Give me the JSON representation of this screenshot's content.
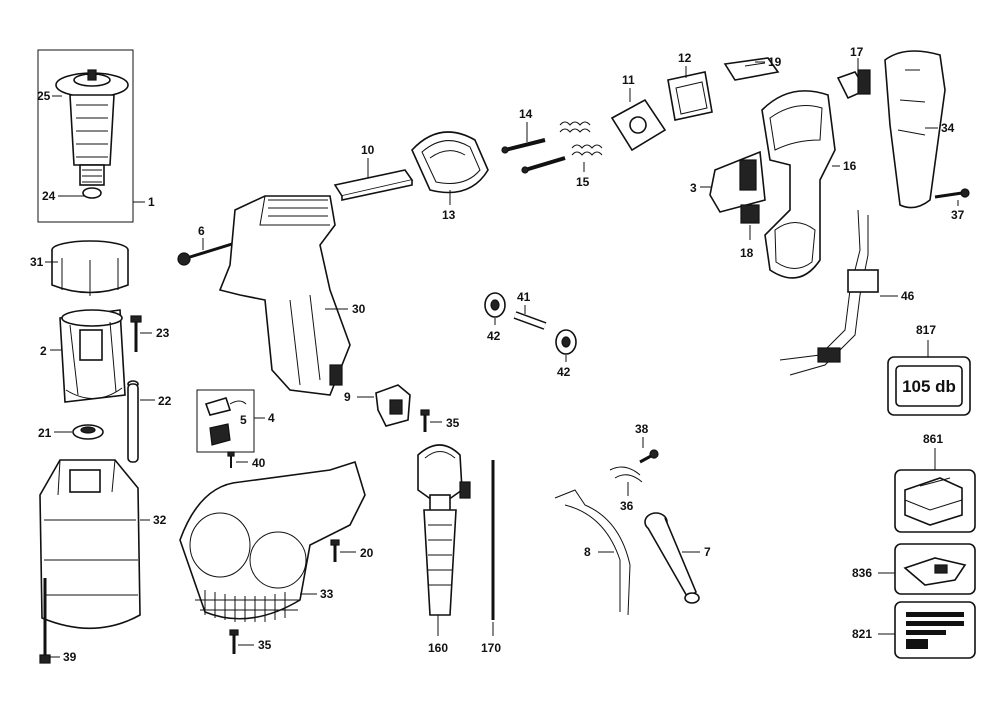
{
  "labels": {
    "p1": "1",
    "p2": "2",
    "p3": "3",
    "p4": "4",
    "p5": "5",
    "p6": "6",
    "p7": "7",
    "p8": "8",
    "p9": "9",
    "p10": "10",
    "p11": "11",
    "p12": "12",
    "p13": "13",
    "p14": "14",
    "p15": "15",
    "p16": "16",
    "p17": "17",
    "p18": "18",
    "p19": "19",
    "p20": "20",
    "p21": "21",
    "p22": "22",
    "p23": "23",
    "p24": "24",
    "p25": "25",
    "p30": "30",
    "p31": "31",
    "p32": "32",
    "p33": "33",
    "p34": "34",
    "p35a": "35",
    "p35b": "35",
    "p36": "36",
    "p37": "37",
    "p38": "38",
    "p39": "39",
    "p40": "40",
    "p41": "41",
    "p42a": "42",
    "p42b": "42",
    "p46": "46",
    "p160": "160",
    "p170": "170",
    "p817": "817",
    "p821": "821",
    "p836": "836",
    "p861": "861"
  },
  "decal_text": "105 db"
}
